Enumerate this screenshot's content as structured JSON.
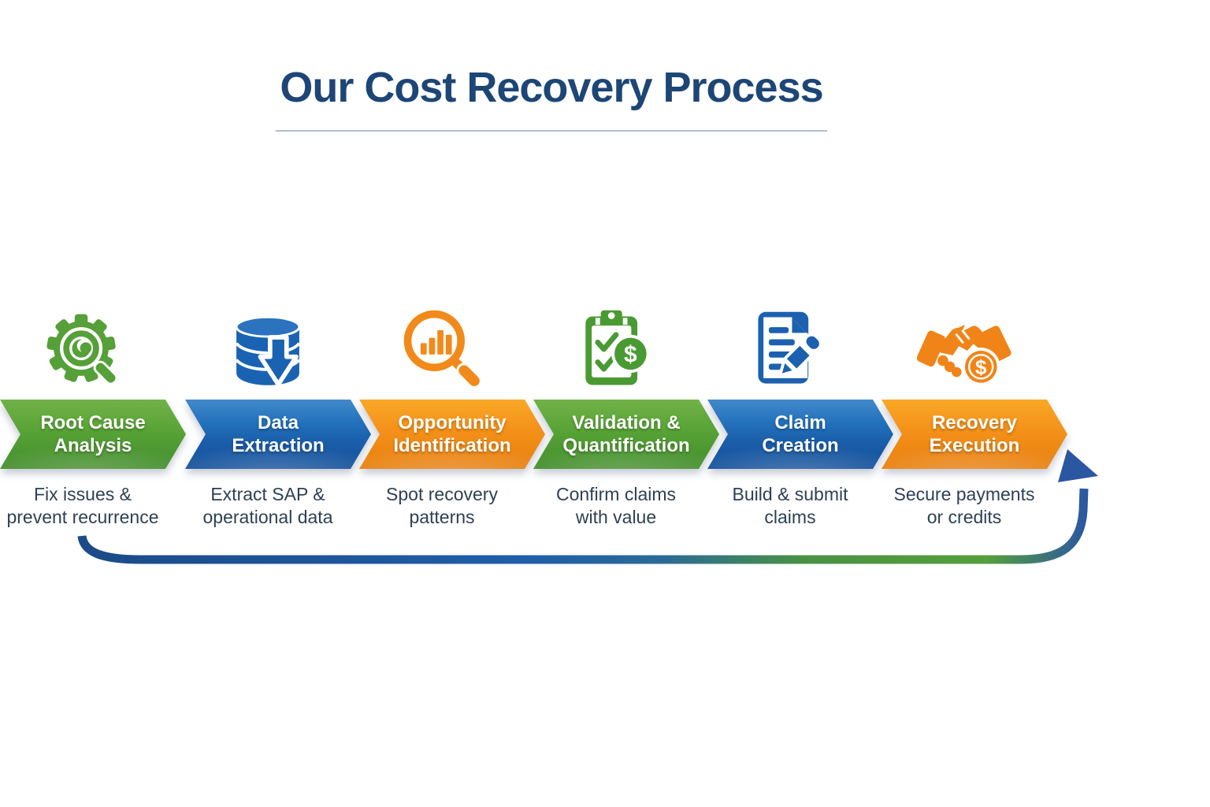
{
  "title": "Our Cost Recovery Process",
  "glyphs": {
    "dollar": "$"
  },
  "colors": {
    "title_navy": "#1d4676",
    "body_text": "#2e4154",
    "divider": "#aebfd4",
    "stage_blue": "#1d66b2",
    "stage_orange": "#f18a14",
    "stage_green": "#53a033",
    "loop_blue": "#1c4a88",
    "loop_green": "#54a03c",
    "arrowhead_blue": "#2b57a2"
  },
  "stages": [
    {
      "name": "Data Extraction",
      "icon": "database-download-icon",
      "color": "#1d66b2",
      "label_lines": [
        "Data",
        "Extraction"
      ],
      "desc_lines": [
        "Extract SAP &",
        "operational data"
      ]
    },
    {
      "name": "Opportunity Identification",
      "icon": "chart-magnifier-icon",
      "color": "#f18a14",
      "label_lines": [
        "Opportunity",
        "Identification"
      ],
      "desc_lines": [
        "Spot recovery",
        "patterns"
      ]
    },
    {
      "name": "Validation & Quantification",
      "icon": "clipboard-check-dollar-icon",
      "color": "#53a033",
      "label_lines": [
        "Validation &",
        "Quantification"
      ],
      "desc_lines": [
        "Confirm claims",
        "with value"
      ]
    },
    {
      "name": "Claim Creation",
      "icon": "document-pen-icon",
      "color": "#1d66b2",
      "label_lines": [
        "Claim",
        "Creation"
      ],
      "desc_lines": [
        "Build & submit",
        "claims"
      ]
    },
    {
      "name": "Recovery Execution",
      "icon": "handshake-dollar-icon",
      "color": "#f18a14",
      "label_lines": [
        "Recovery",
        "Execution"
      ],
      "desc_lines": [
        "Secure payments",
        "or credits"
      ]
    },
    {
      "name": "Root Cause Analysis",
      "icon": "gear-magnifier-icon",
      "color": "#53a033",
      "label_lines": [
        "Root Cause",
        "Analysis"
      ],
      "desc_lines": [
        "Fix issues &",
        "prevent recurrence"
      ]
    }
  ],
  "loop_arrow": {
    "meaning": "feedback loop from Root Cause Analysis back to Data Extraction"
  }
}
